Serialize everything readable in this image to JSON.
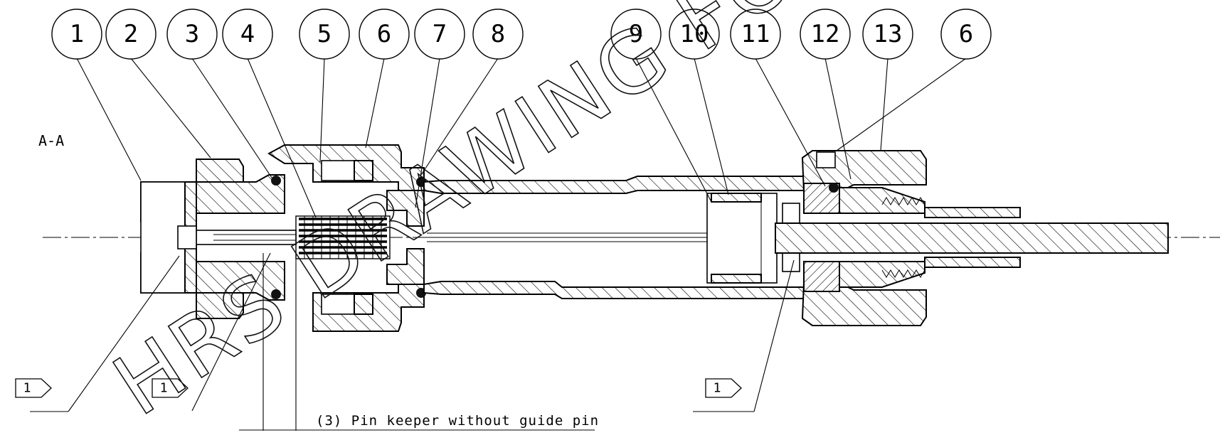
{
  "drawing": {
    "section_label": "A-A",
    "note": "(3) Pin keeper without guide pin",
    "watermark": "HRS DRAWING FOR REFERENCE",
    "flags": [
      "1",
      "1",
      "1"
    ],
    "callouts": [
      "1",
      "2",
      "3",
      "4",
      "5",
      "6",
      "7",
      "8",
      "9",
      "10",
      "11",
      "12",
      "13",
      "6"
    ]
  },
  "colors": {
    "line": "#000000",
    "background": "#ffffff"
  }
}
